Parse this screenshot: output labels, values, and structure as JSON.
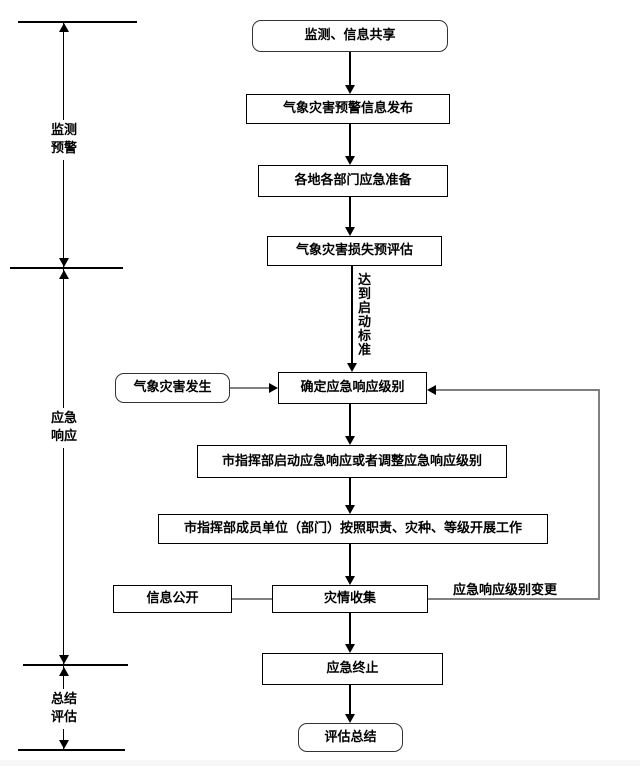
{
  "diagram": {
    "phases": [
      {
        "line1": "监测",
        "line2": "预警"
      },
      {
        "line1": "应急",
        "line2": "响应"
      },
      {
        "line1": "总结",
        "line2": "评估"
      }
    ],
    "nodes": {
      "monitor_share": "监测、信息共享",
      "warning_release": "气象灾害预警信息发布",
      "dept_prepare": "各地各部门应急准备",
      "loss_preassess": "气象灾害损失预评估",
      "disaster_occur": "气象灾害发生",
      "determine_level": "确定应急响应级别",
      "start_or_adjust": "市指挥部启动应急响应或者调整应急响应级别",
      "members_work": "市指挥部成员单位（部门）按照职责、灾种、等级开展工作",
      "info_public": "信息公开",
      "disaster_collect": "灾情收集",
      "emergency_end": "应急终止",
      "evaluate_summary": "评估总结"
    },
    "edge_labels": {
      "reach_standard": "达到启动标准",
      "level_change": "应急响应级别变更"
    },
    "colors": {
      "line": "#000000",
      "connector": "#808080",
      "border": "#000000",
      "background": "#ffffff"
    }
  }
}
